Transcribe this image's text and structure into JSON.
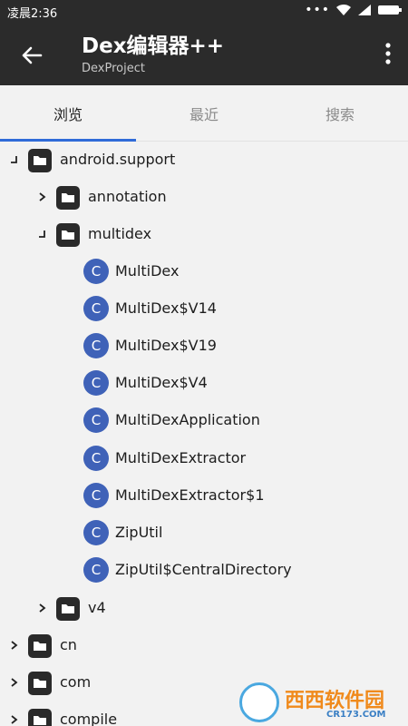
{
  "status_bar": {
    "time": "凌晨2:36",
    "signal_icons": [
      "more-dots-icon",
      "wifi-icon",
      "signal-icon",
      "battery-icon"
    ]
  },
  "app_bar": {
    "title": "Dex编辑器++",
    "subtitle": "DexProject",
    "back_icon": "arrow-left-icon",
    "menu_icon": "more-vertical-icon",
    "background": "#2b2b2b"
  },
  "tabs": [
    {
      "label": "浏览",
      "active": true
    },
    {
      "label": "最近",
      "active": false
    },
    {
      "label": "搜索",
      "active": false
    }
  ],
  "accent_color": "#2f6bd8",
  "class_badge_color": "#3f62b8",
  "class_badge_letter": "C",
  "tree": [
    {
      "label": "android.support",
      "type": "package",
      "expanded": true
    },
    {
      "label": "annotation",
      "type": "package",
      "expanded": false
    },
    {
      "label": "multidex",
      "type": "package",
      "expanded": true
    },
    {
      "label": "MultiDex",
      "type": "class"
    },
    {
      "label": "MultiDex$V14",
      "type": "class"
    },
    {
      "label": "MultiDex$V19",
      "type": "class"
    },
    {
      "label": "MultiDex$V4",
      "type": "class"
    },
    {
      "label": "MultiDexApplication",
      "type": "class"
    },
    {
      "label": "MultiDexExtractor",
      "type": "class"
    },
    {
      "label": "MultiDexExtractor$1",
      "type": "class"
    },
    {
      "label": "ZipUtil",
      "type": "class"
    },
    {
      "label": "ZipUtil$CentralDirectory",
      "type": "class"
    },
    {
      "label": "v4",
      "type": "package",
      "expanded": false
    },
    {
      "label": "cn",
      "type": "package",
      "expanded": false
    },
    {
      "label": "com",
      "type": "package",
      "expanded": false
    },
    {
      "label": "compile",
      "type": "package",
      "expanded": false
    }
  ],
  "watermark": {
    "text": "西西软件园",
    "sub": "CR173.COM"
  }
}
